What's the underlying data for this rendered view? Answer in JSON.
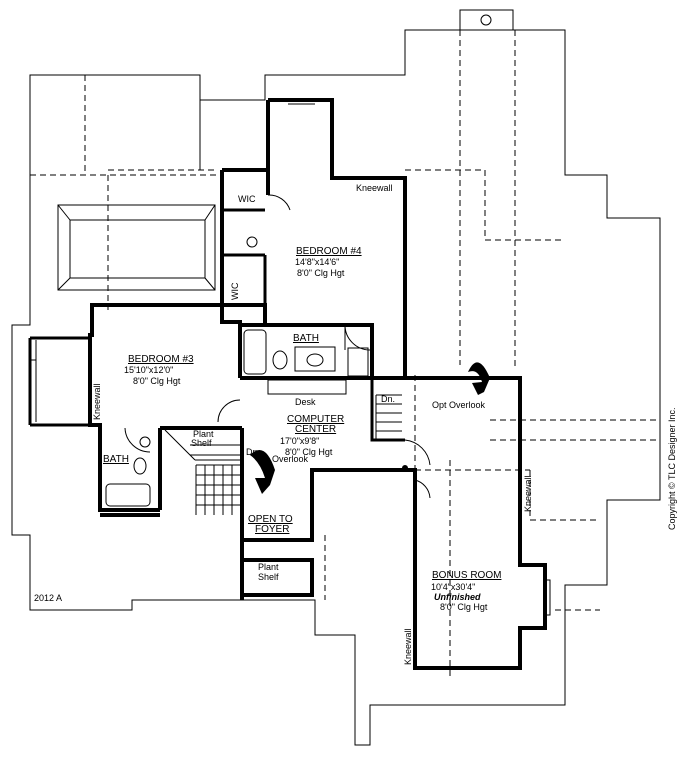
{
  "plan_id": "2012 A",
  "copyright": "Copyright © TLC Designer Inc.",
  "rooms": {
    "bedroom4": {
      "name": "BEDROOM #4",
      "size": "14'8\"x14'6\"",
      "height": "8'0\" Clg Hgt"
    },
    "bedroom3": {
      "name": "BEDROOM #3",
      "size": "15'10\"x12'0\"",
      "height": "8'0\" Clg Hgt"
    },
    "computer": {
      "name_1": "COMPUTER",
      "name_2": "CENTER",
      "size": "17'0\"x9'8\"",
      "height": "8'0\" Clg Hgt",
      "extra": "Overlook"
    },
    "bonus": {
      "name": "BONUS ROOM",
      "size": "10'4\"x30'4\"",
      "status": "Unfinished",
      "height": "8'0\" Clg Hgt"
    },
    "bath_upper": "BATH",
    "bath_lower": "BATH",
    "wic_upper": "WIC",
    "wic_lower": "WIC",
    "open_to_foyer_1": "OPEN TO",
    "open_to_foyer_2": "FOYER"
  },
  "labels": {
    "kneewall": "Kneewall",
    "desk": "Desk",
    "dn": "Dn.",
    "opt_overlook": "Opt Overlook",
    "plant": "Plant",
    "shelf": "Shelf"
  }
}
